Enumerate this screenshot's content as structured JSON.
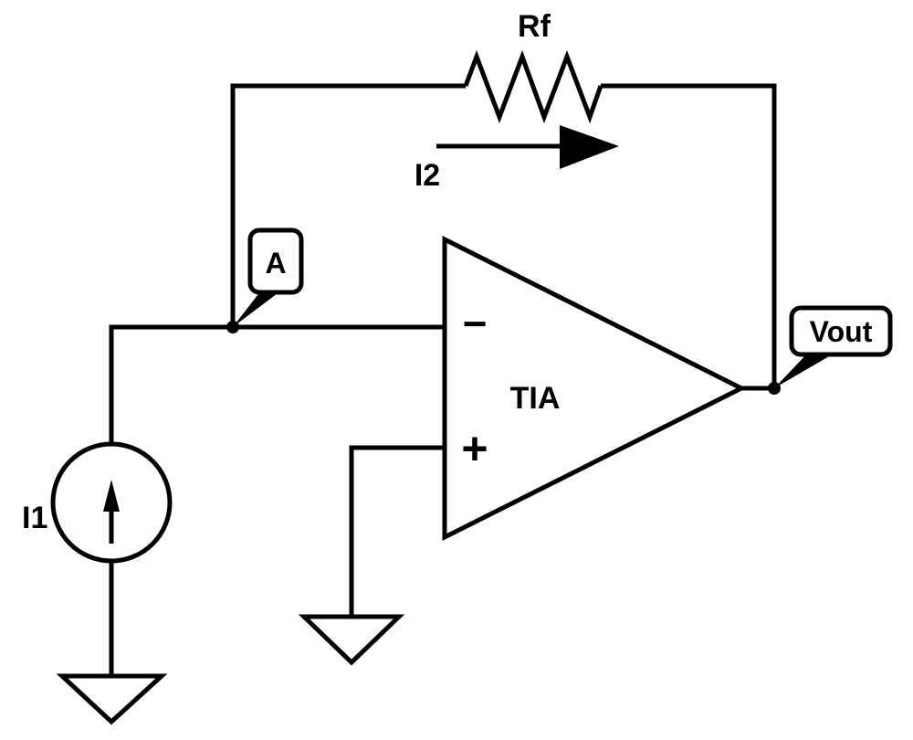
{
  "labels": {
    "rf": "Rf",
    "i2": "I2",
    "i1": "I1",
    "node_a": "A",
    "vout": "Vout",
    "opamp": "TIA",
    "inverting": "−",
    "noninverting": "+"
  },
  "colors": {
    "stroke": "#000000",
    "background": "#ffffff"
  }
}
